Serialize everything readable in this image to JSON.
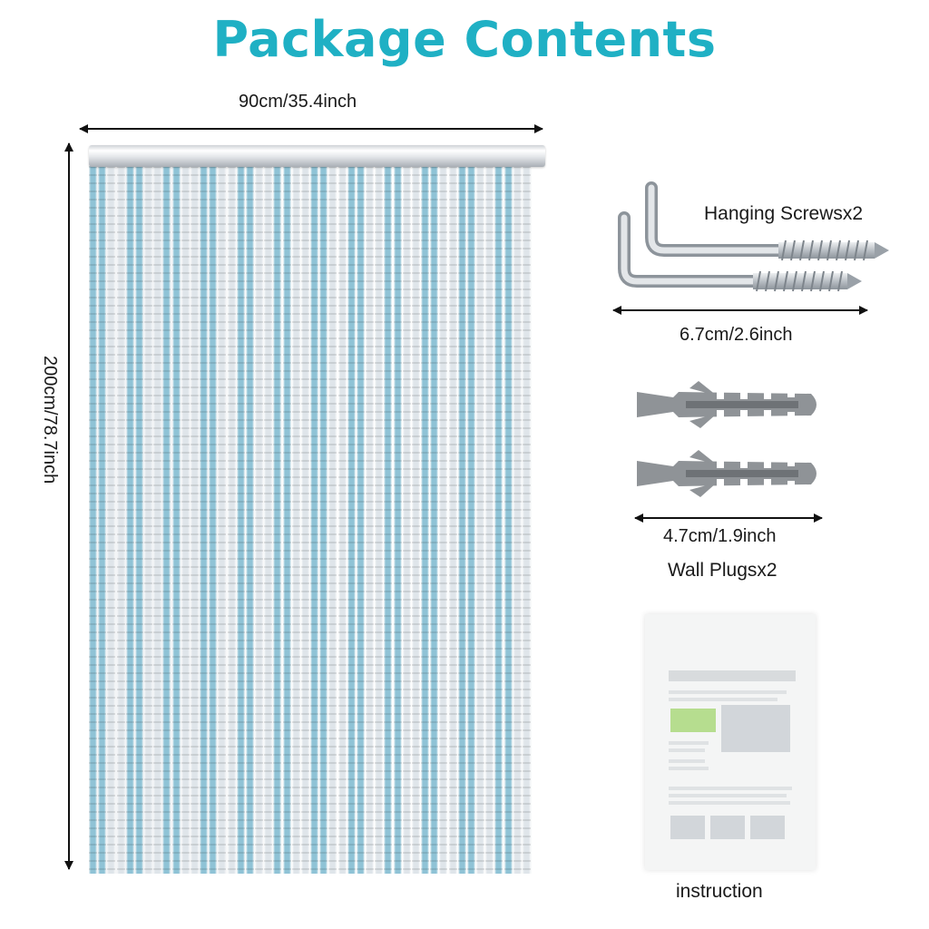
{
  "title": "Package Contents",
  "colors": {
    "title": "#1fb0c4",
    "beads_blue": "#8fc3d6",
    "beads_silver": "#dfe5ea",
    "screw_metal": "#c8cdd2",
    "plug_gray": "#8e9296"
  },
  "curtain": {
    "width_label": "90cm/35.4inch",
    "height_label": "200cm/78.7inch"
  },
  "screws": {
    "name": "Hanging Screwsx2",
    "size_label": "6.7cm/2.6inch",
    "quantity": 2
  },
  "plugs": {
    "size_label": "4.7cm/1.9inch",
    "name": "Wall Plugsx2",
    "quantity": 2
  },
  "instruction": {
    "label": "instruction"
  }
}
